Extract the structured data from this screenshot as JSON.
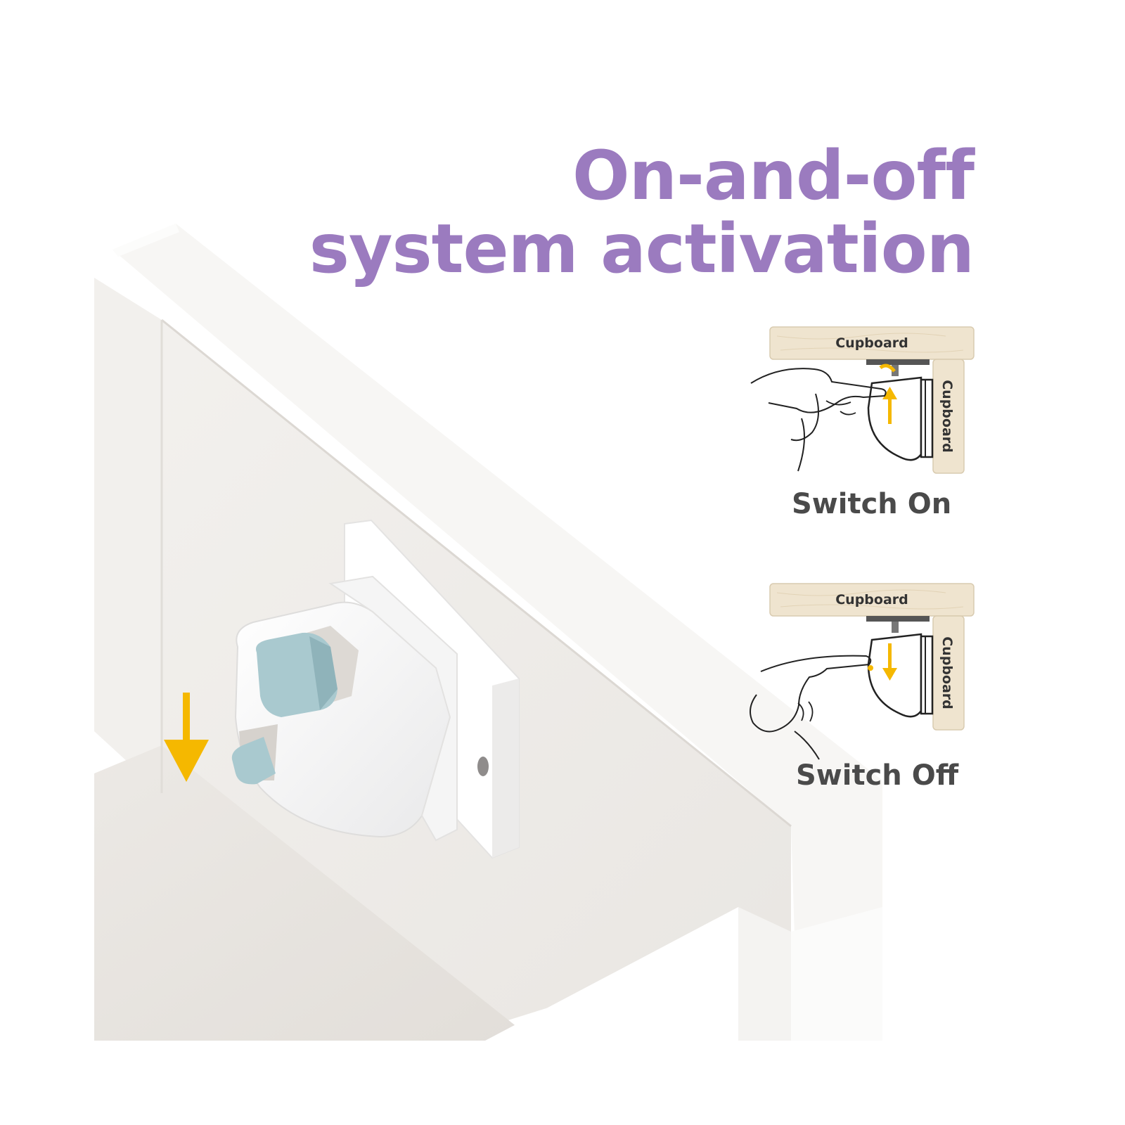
{
  "headline": {
    "line1": "On-and-off",
    "line2": "system activation"
  },
  "diagram_on": {
    "top_board_label": "Cupboard",
    "side_board_label": "Cupboard",
    "caption": "Switch On",
    "arrow_direction": "up"
  },
  "diagram_off": {
    "top_board_label": "Cupboard",
    "side_board_label": "Cupboard",
    "caption": "Switch Off",
    "arrow_direction": "down"
  },
  "colors": {
    "headline": "#9b7bbf",
    "arrow": "#f5b800",
    "wood": "#efe4cf",
    "lock_body": "#ffffff",
    "lock_button": "#a9c9cf"
  },
  "icons": {
    "photo_arrow": "down-arrow-icon"
  }
}
